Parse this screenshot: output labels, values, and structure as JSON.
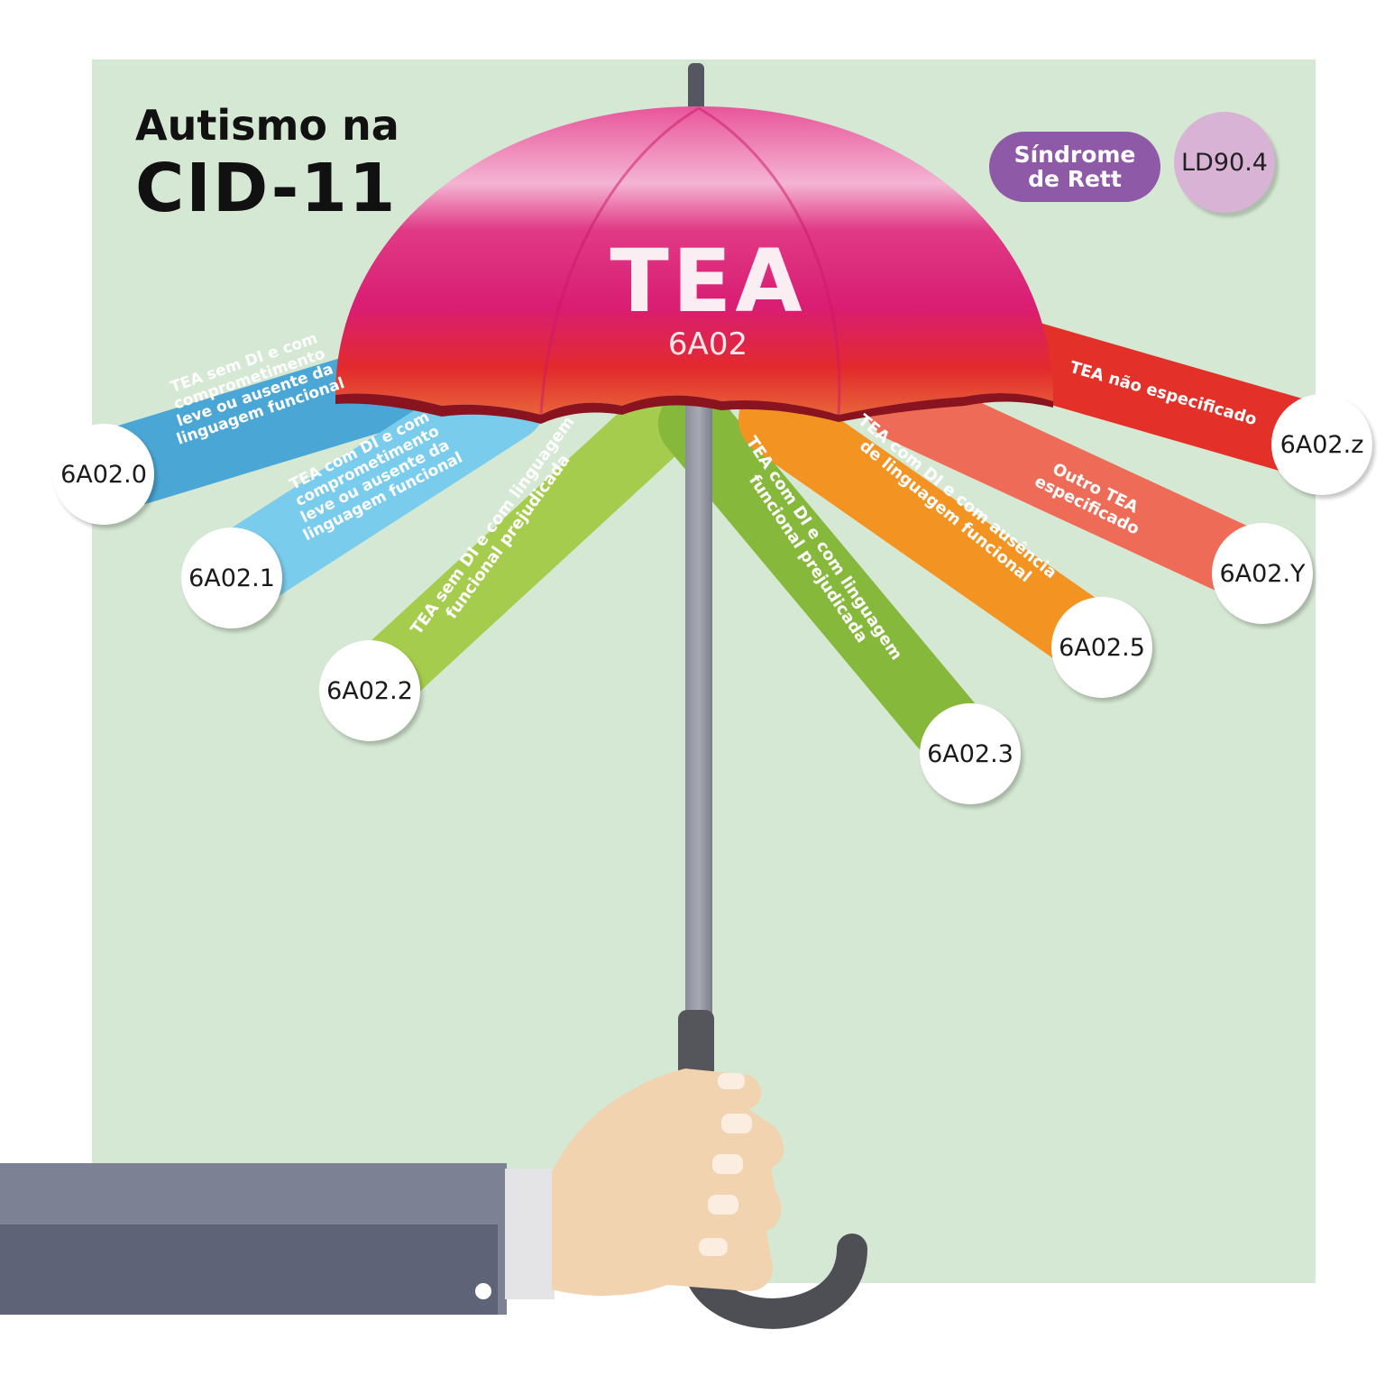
{
  "title": {
    "line1": "Autismo na",
    "line2": "CID-11"
  },
  "umbrella": {
    "label": "TEA",
    "code": "6A02"
  },
  "rett": {
    "label": "Síndrome\nde Rett",
    "code": "LD90.4"
  },
  "colors": {
    "background_panel": "#d5e8d3",
    "pink": "#e0206f",
    "red": "#e3312a",
    "blue": "#4aa6d4",
    "light_blue": "#7accec",
    "light_green": "#a5cc4c",
    "green": "#86b83b",
    "orange": "#f39322",
    "salmon": "#ee6c57",
    "purple": "#8e5aa8"
  },
  "branches": [
    {
      "code": "6A02.0",
      "label": "TEA sem DI e com\ncomprometimento\nleve ou ausente da\nlinguagem funcional",
      "color": "#4aa6d4"
    },
    {
      "code": "6A02.1",
      "label": "TEA com DI e com\ncomprometimento\nleve ou ausente da\nlinguagem funcional",
      "color": "#7accec"
    },
    {
      "code": "6A02.2",
      "label": "TEA sem DI e com linguagem\nfuncional prejudicada",
      "color": "#a5cc4c"
    },
    {
      "code": "6A02.3",
      "label": "TEA com DI e com linguagem\nfuncional prejudicada",
      "color": "#86b83b"
    },
    {
      "code": "6A02.5",
      "label": "TEA com DI e com ausência\nde linguagem funcional",
      "color": "#f39322"
    },
    {
      "code": "6A02.Y",
      "label": "Outro TEA\nespecificado",
      "color": "#ee6c57"
    },
    {
      "code": "6A02.z",
      "label": "TEA não especificado",
      "color": "#e3312a"
    }
  ]
}
